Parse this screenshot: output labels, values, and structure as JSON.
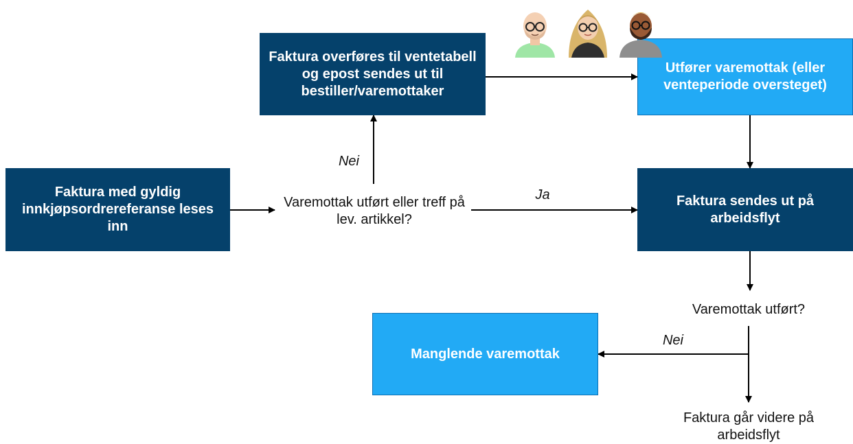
{
  "boxes": {
    "start": "Faktura med gyldig innkjøpsordrereferanse leses inn",
    "queue": "Faktura overføres til ventetabell og epost sendes ut til bestiller/varemottaker",
    "receipt": "Utfører varemottak (eller venteperiode oversteget)",
    "workflow": "Faktura sendes ut på arbeidsflyt",
    "missing": "Manglende varemottak"
  },
  "labels": {
    "decision1": "Varemottak utført eller treff på lev. artikkel?",
    "no_up": "Nei",
    "yes": "Ja",
    "decision2": "Varemottak utført?",
    "no_left": "Nei",
    "continue": "Faktura går videre på arbeidsflyt"
  },
  "avatars": [
    "bald-man-glasses-icon",
    "blonde-woman-glasses-icon",
    "bearded-man-glasses-icon"
  ],
  "colors": {
    "dark_box": "#05416b",
    "light_box": "#22aaf5",
    "arrow": "#000000"
  }
}
